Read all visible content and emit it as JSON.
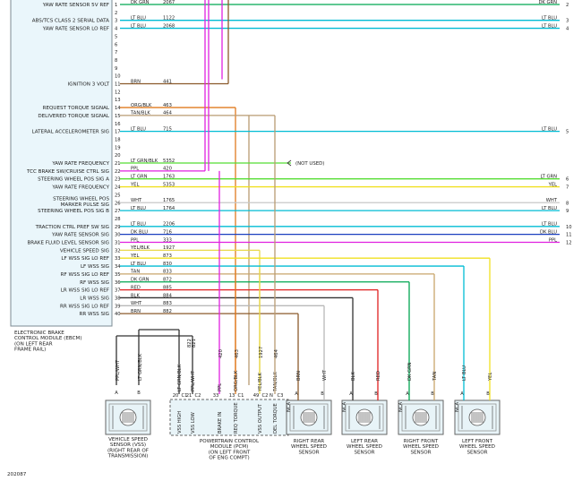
{
  "ebcm": {
    "title": [
      "ELECTRONIC BRAKE",
      "CONTROL MODULE (EBCM)",
      "(ON LEFT REAR",
      "FRAME RAIL)"
    ],
    "pins": [
      {
        "pin": "1",
        "label": "YAW RATE SENSOR 5V REF",
        "color": "DK GRN",
        "circuit": "2067",
        "right": "DK GRN",
        "rn": "2",
        "wc": "#00a651",
        "dest": "right"
      },
      {
        "pin": "2",
        "label": "",
        "color": "",
        "circuit": "",
        "right": "",
        "rn": "",
        "wc": "",
        "dest": ""
      },
      {
        "pin": "3",
        "label": "ABS/TCS CLASS 2 SERIAL DATA",
        "color": "LT BLU",
        "circuit": "1122",
        "right": "LT BLU",
        "rn": "3",
        "wc": "#00bcd4",
        "dest": "right"
      },
      {
        "pin": "4",
        "label": "YAW RATE SENSOR LO REF",
        "color": "LT BLU",
        "circuit": "2068",
        "right": "LT BLU",
        "rn": "4",
        "wc": "#00bcd4",
        "dest": "right"
      },
      {
        "pin": "5",
        "label": "",
        "color": "",
        "circuit": "",
        "right": "",
        "rn": "",
        "wc": "",
        "dest": ""
      },
      {
        "pin": "6",
        "label": "",
        "color": "",
        "circuit": "",
        "right": "",
        "rn": "",
        "wc": "",
        "dest": ""
      },
      {
        "pin": "7",
        "label": "",
        "color": "",
        "circuit": "",
        "right": "",
        "rn": "",
        "wc": "",
        "dest": ""
      },
      {
        "pin": "8",
        "label": "",
        "color": "",
        "circuit": "",
        "right": "",
        "rn": "",
        "wc": "",
        "dest": ""
      },
      {
        "pin": "9",
        "label": "",
        "color": "",
        "circuit": "",
        "right": "",
        "rn": "",
        "wc": "",
        "dest": ""
      },
      {
        "pin": "10",
        "label": "",
        "color": "",
        "circuit": "",
        "right": "",
        "rn": "",
        "wc": "",
        "dest": ""
      },
      {
        "pin": "11",
        "label": "IGNITION 3 VOLT",
        "color": "BRN",
        "circuit": "441",
        "right": "",
        "rn": "",
        "wc": "#8b5a2b",
        "dest": "up"
      },
      {
        "pin": "12",
        "label": "",
        "color": "",
        "circuit": "",
        "right": "",
        "rn": "",
        "wc": "",
        "dest": ""
      },
      {
        "pin": "13",
        "label": "",
        "color": "",
        "circuit": "",
        "right": "",
        "rn": "",
        "wc": "",
        "dest": ""
      },
      {
        "pin": "14",
        "label": "REQUEST TORQUE SIGNAL",
        "color": "ORG/BLK",
        "circuit": "463",
        "right": "",
        "rn": "",
        "wc": "#e07a1f",
        "dest": "down"
      },
      {
        "pin": "15",
        "label": "DELIVERED TORQUE SIGNAL",
        "color": "TAN/BLK",
        "circuit": "464",
        "right": "",
        "rn": "",
        "wc": "#b89b72",
        "dest": "down"
      },
      {
        "pin": "16",
        "label": "",
        "color": "",
        "circuit": "",
        "right": "",
        "rn": "",
        "wc": "",
        "dest": ""
      },
      {
        "pin": "17",
        "label": "LATERAL ACCELEROMETER SIG",
        "color": "LT BLU",
        "circuit": "715",
        "right": "LT BLU",
        "rn": "5",
        "wc": "#00bcd4",
        "dest": "right"
      },
      {
        "pin": "18",
        "label": "",
        "color": "",
        "circuit": "",
        "right": "",
        "rn": "",
        "wc": "",
        "dest": ""
      },
      {
        "pin": "19",
        "label": "",
        "color": "",
        "circuit": "",
        "right": "",
        "rn": "",
        "wc": "",
        "dest": ""
      },
      {
        "pin": "20",
        "label": "",
        "color": "",
        "circuit": "",
        "right": "",
        "rn": "",
        "wc": "",
        "dest": ""
      },
      {
        "pin": "21",
        "label": "YAW RATE FREQUENCY",
        "color": "LT GRN/BLK",
        "circuit": "5352",
        "right": "",
        "rn": "",
        "wc": "#55dd33",
        "dest": "notused"
      },
      {
        "pin": "22",
        "label": "TCC BRAKE SW/CRUISE CTRL SIG",
        "color": "PPL",
        "circuit": "420",
        "right": "",
        "rn": "",
        "wc": "#e020e0",
        "dest": "up"
      },
      {
        "pin": "23",
        "label": "STEERING WHEEL POS SIG A",
        "color": "LT GRN",
        "circuit": "1763",
        "right": "LT GRN",
        "rn": "6",
        "wc": "#55dd33",
        "dest": "right"
      },
      {
        "pin": "24",
        "label": "YAW RATE FREQUENCY",
        "color": "YEL",
        "circuit": "5353",
        "right": "YEL",
        "rn": "7",
        "wc": "#f0e020",
        "dest": "right"
      },
      {
        "pin": "25",
        "label": "",
        "color": "",
        "circuit": "",
        "right": "",
        "rn": "",
        "wc": "",
        "dest": ""
      },
      {
        "pin": "26",
        "label": "STEERING WHEEL POS MARKER PULSE SIG",
        "color": "WHT",
        "circuit": "1765",
        "right": "WHT",
        "rn": "8",
        "wc": "#c8c8c8",
        "dest": "right"
      },
      {
        "pin": "27",
        "label": "STEERING WHEEL POS SIG B",
        "color": "LT BLU",
        "circuit": "1764",
        "right": "LT BLU",
        "rn": "9",
        "wc": "#00bcd4",
        "dest": "right"
      },
      {
        "pin": "28",
        "label": "",
        "color": "",
        "circuit": "",
        "right": "",
        "rn": "",
        "wc": "",
        "dest": ""
      },
      {
        "pin": "29",
        "label": "TRACTION CTRL PREF SW SIG",
        "color": "LT BLU",
        "circuit": "2206",
        "right": "LT BLU",
        "rn": "10",
        "wc": "#00bcd4",
        "dest": "right"
      },
      {
        "pin": "30",
        "label": "YAW RATE SENSOR SIG",
        "color": "DK BLU",
        "circuit": "716",
        "right": "DK BLU",
        "rn": "11",
        "wc": "#1a3fbf",
        "dest": "right"
      },
      {
        "pin": "31",
        "label": "BRAKE FLUID LEVEL SENSOR SIG",
        "color": "PPL",
        "circuit": "333",
        "right": "PPL",
        "rn": "12",
        "wc": "#e020e0",
        "dest": "right"
      },
      {
        "pin": "32",
        "label": "VEHICLE SPEED SIG",
        "color": "YEL/BLK",
        "circuit": "1927",
        "right": "",
        "rn": "",
        "wc": "#e8d84a",
        "dest": "down"
      },
      {
        "pin": "33",
        "label": "LF WSS SIG LO REF",
        "color": "YEL",
        "circuit": "873",
        "right": "",
        "rn": "",
        "wc": "#f0e020",
        "dest": "down"
      },
      {
        "pin": "34",
        "label": "LF WSS SIG",
        "color": "LT BLU",
        "circuit": "830",
        "right": "",
        "rn": "",
        "wc": "#00bcd4",
        "dest": "down"
      },
      {
        "pin": "35",
        "label": "RF WSS SIG LO REF",
        "color": "TAN",
        "circuit": "833",
        "right": "",
        "rn": "",
        "wc": "#c9a66b",
        "dest": "down"
      },
      {
        "pin": "36",
        "label": "RF WSS SIG",
        "color": "DK GRN",
        "circuit": "872",
        "right": "",
        "rn": "",
        "wc": "#00a651",
        "dest": "down"
      },
      {
        "pin": "37",
        "label": "LR WSS SIG LO REF",
        "color": "RED",
        "circuit": "885",
        "right": "",
        "rn": "",
        "wc": "#e02020",
        "dest": "down"
      },
      {
        "pin": "38",
        "label": "LR WSS SIG",
        "color": "BLK",
        "circuit": "884",
        "right": "",
        "rn": "",
        "wc": "#333333",
        "dest": "down"
      },
      {
        "pin": "39",
        "label": "RR WSS SIG LO REF",
        "color": "WHT",
        "circuit": "883",
        "right": "",
        "rn": "",
        "wc": "#b8b8b8",
        "dest": "down"
      },
      {
        "pin": "40",
        "label": "RR WSS SIG",
        "color": "BRN",
        "circuit": "882",
        "right": "",
        "rn": "",
        "wc": "#8b5a2b",
        "dest": "down"
      }
    ]
  },
  "not_used": "(NOT USED)",
  "vss": {
    "pins": [
      "A",
      "B"
    ],
    "wires": [
      "PPL/WHT",
      "LT GRN/BLK"
    ],
    "circuit_top": "822",
    "title": [
      "VEHICLE SPEED",
      "SENSOR (VSS)",
      "(RIGHT REAR OF",
      "TRANSMISSION)"
    ]
  },
  "pcm": {
    "pins": [
      {
        "num": "20",
        "conn": "C1",
        "wire": "LT GRN/BLK",
        "sig": "VSS HIGH"
      },
      {
        "num": "21",
        "conn": "C2",
        "wire": "PPL/WHT",
        "sig": "VSS LOW"
      },
      {
        "num": "33",
        "conn": "",
        "wire": "PPL",
        "sig": "BRAKE IN"
      },
      {
        "num": "13",
        "conn": "C1",
        "wire": "ORG/BLK",
        "sig": "REQ TORQUE"
      },
      {
        "num": "49",
        "conn": "C2",
        "wire": "YEL/BLK",
        "sig": "VSS OUTPUT"
      },
      {
        "num": "N",
        "conn": "C3",
        "wire": "TAN/BLK",
        "sig": "DEL TORQUE"
      }
    ],
    "circuits": [
      "821",
      "420",
      "463",
      "1927",
      "464"
    ],
    "title": [
      "POWERTRAIN CONTROL",
      "MODULE (PCM)",
      "(ON LEFT FRONT",
      "OF ENG COMPT)"
    ]
  },
  "wss": [
    {
      "name": [
        "RIGHT REAR",
        "WHEEL SPEED",
        "SENSOR"
      ],
      "wires": [
        "BRN",
        "WHT"
      ],
      "pins": [
        "A",
        "B"
      ]
    },
    {
      "name": [
        "LEFT REAR",
        "WHEEL SPEED",
        "SENSOR"
      ],
      "wires": [
        "BLK",
        "RED"
      ],
      "pins": [
        "A",
        "B"
      ]
    },
    {
      "name": [
        "RIGHT FRONT",
        "WHEEL SPEED",
        "SENSOR"
      ],
      "wires": [
        "DK GRN",
        "TAN"
      ],
      "pins": [
        "A",
        "B"
      ]
    },
    {
      "name": [
        "LEFT FRONT",
        "WHEEL SPEED",
        "SENSOR"
      ],
      "wires": [
        "LT BLU",
        "YEL"
      ],
      "pins": [
        "A",
        "B"
      ]
    }
  ],
  "ncb": "NCA",
  "figure_id": "202087"
}
